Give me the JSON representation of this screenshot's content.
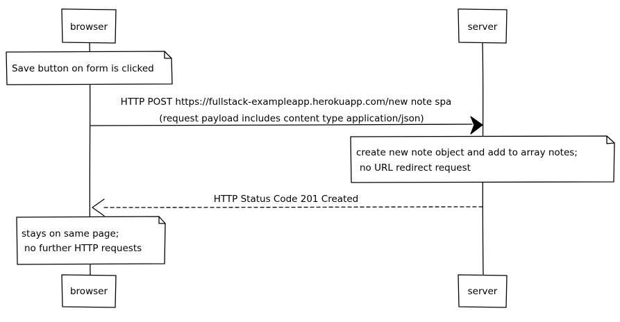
{
  "participants": {
    "browser": "browser",
    "server": "server"
  },
  "notes": {
    "browser_click": [
      "Save button on form is clicked"
    ],
    "server_create": [
      "create new note object and add to array notes;",
      "no URL redirect request"
    ],
    "browser_result": [
      "stays on same page;",
      "no further HTTP requests"
    ]
  },
  "messages": {
    "post_request": [
      "HTTP POST https://fullstack-exampleapp.herokuapp.com/new note spa",
      "(request payload includes content type application/json)"
    ],
    "status_response": [
      "HTTP Status Code 201 Created"
    ]
  }
}
